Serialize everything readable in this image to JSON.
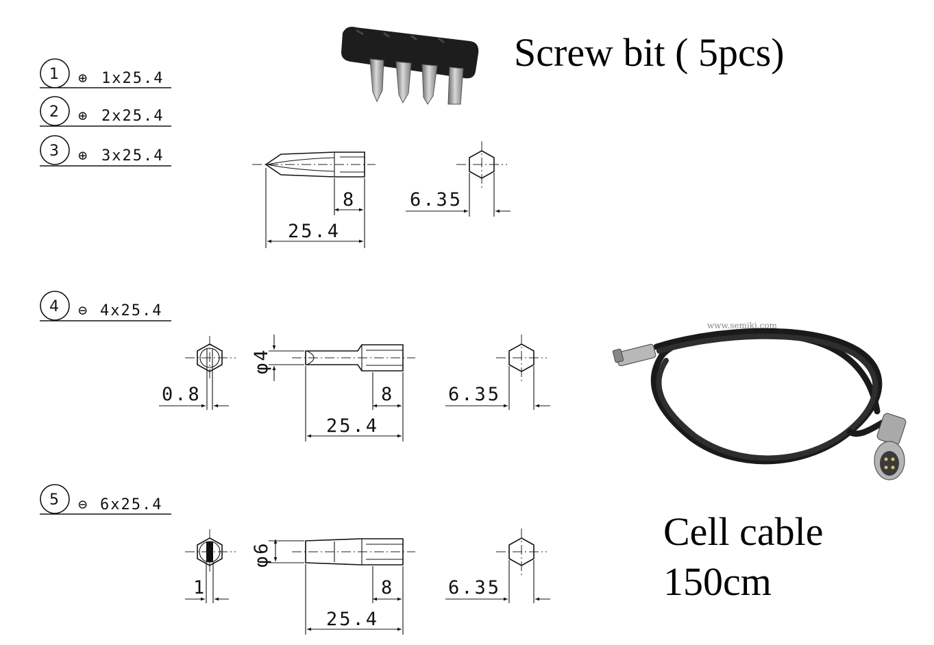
{
  "titles": {
    "screw_bit": "Screw bit ( 5pcs)",
    "cell_cable_line1": "Cell cable",
    "cell_cable_line2": "150cm"
  },
  "watermark": "www.semiki.com",
  "bits": [
    {
      "number": "1",
      "symbol": "⊕",
      "spec": "1x25.4"
    },
    {
      "number": "2",
      "symbol": "⊕",
      "spec": "2x25.4"
    },
    {
      "number": "3",
      "symbol": "⊕",
      "spec": "3x25.4"
    },
    {
      "number": "4",
      "symbol": "⊖",
      "spec": "4x25.4"
    },
    {
      "number": "5",
      "symbol": "⊖",
      "spec": "6x25.4"
    }
  ],
  "dimensions": {
    "phillips": {
      "tip_length": "8",
      "total_length": "25.4",
      "hex_width": "6.35"
    },
    "slot4": {
      "blade_thickness": "0.8",
      "diameter": "φ4",
      "tip_length": "8",
      "total_length": "25.4",
      "hex_width": "6.35"
    },
    "slot6": {
      "blade_thickness": "1",
      "diameter": "φ6",
      "tip_length": "8",
      "total_length": "25.4",
      "hex_width": "6.35"
    }
  }
}
